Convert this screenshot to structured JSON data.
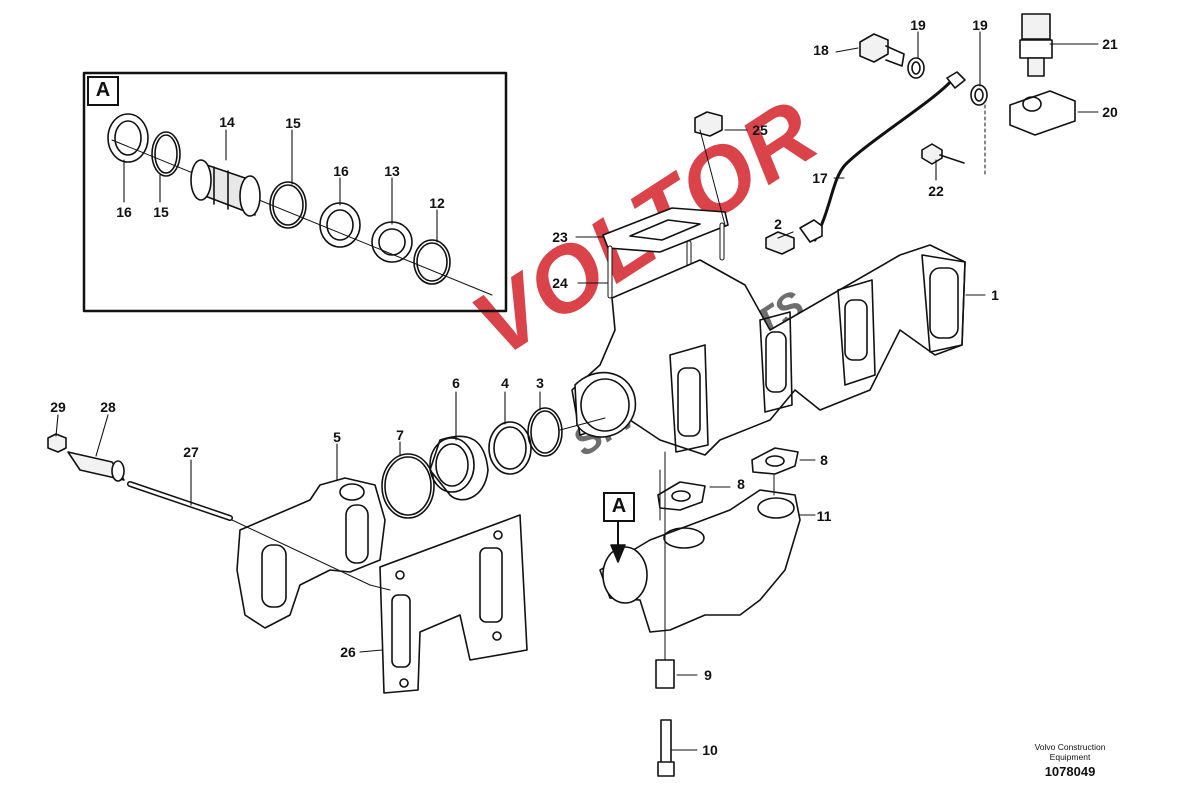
{
  "view_tags": {
    "detail_box": "A",
    "view_arrow": "A"
  },
  "callouts": {
    "p1": "1",
    "p2": "2",
    "p3": "3",
    "p4": "4",
    "p5": "5",
    "p6": "6",
    "p7": "7",
    "p8a": "8",
    "p8b": "8",
    "p9": "9",
    "p10": "10",
    "p11": "11",
    "p12": "12",
    "p13": "13",
    "p14": "14",
    "p15a": "15",
    "p15b": "15",
    "p16a": "16",
    "p16b": "16",
    "p17": "17",
    "p18": "18",
    "p19a": "19",
    "p19b": "19",
    "p20": "20",
    "p21": "21",
    "p22": "22",
    "p23": "23",
    "p24": "24",
    "p25": "25",
    "p26": "26",
    "p27": "27",
    "p28": "28",
    "p29": "29"
  },
  "footer": {
    "brand": "Volvo Construction Equipment",
    "drawing_no": "1078049"
  },
  "watermark": {
    "main": "VOLTOR",
    "sub": "SPAREPARTS",
    "colors": {
      "primary": "#d4232a",
      "secondary": "#4a4a4a"
    }
  }
}
